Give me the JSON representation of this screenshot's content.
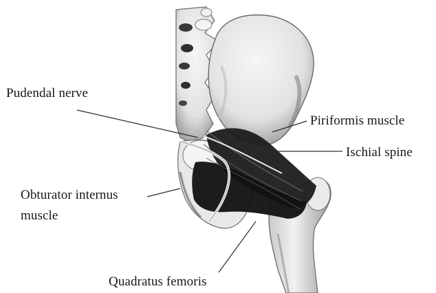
{
  "colors": {
    "background": "#ffffff",
    "bone": "#ececec",
    "bone_shadow": "#8c8c8c",
    "muscle": "#1c1c1c",
    "text": "#161616",
    "leader": "#2a2a2a"
  },
  "labels": {
    "pudendal_nerve": "Pudendal nerve",
    "piriformis_muscle": "Piriformis muscle",
    "ischial_spine": "Ischial spine",
    "obturator_internus_line1": "Obturator internus",
    "obturator_internus_line2": "muscle",
    "quadratus_femoris": "Quadratus femoris"
  }
}
